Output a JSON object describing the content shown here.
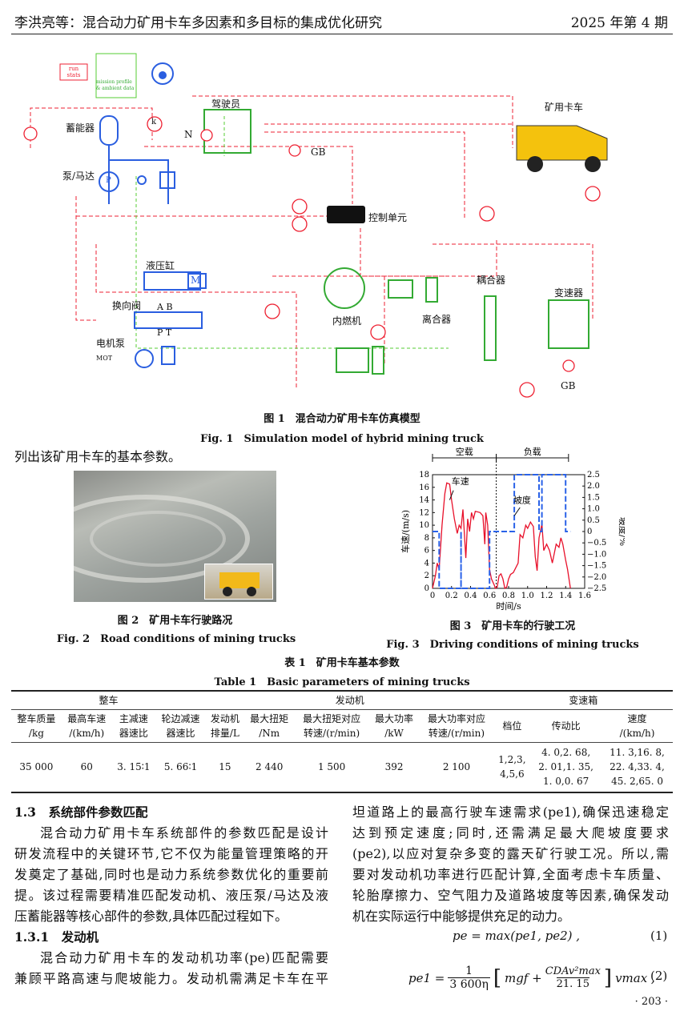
{
  "header": {
    "left": "李洪亮等：混合动力矿用卡车多因素和多目标的集成优化研究",
    "right": "2025 年第 4 期"
  },
  "fig1": {
    "labels": {
      "driver": "驾驶员",
      "truck": "矿用卡车",
      "accumulator": "蓄能器",
      "pump_motor": "泵/马达",
      "control_unit": "控制单元",
      "cylinder": "液压缸",
      "valve": "换向阀",
      "motor_pump": "电机泵",
      "engine": "内燃机",
      "clutch": "离合器",
      "coupler": "耦合器",
      "gearbox": "变速器",
      "gb1": "GB",
      "gb2": "GB",
      "n": "N",
      "run_stats": "run stats",
      "mission": "mission profile & ambient data",
      "m": "M",
      "mot": "MOT",
      "ab": "A  B",
      "pt": "P  T",
      "k": "k",
      "p": "P"
    },
    "caption_cn": "图 1　混合动力矿用卡车仿真模型",
    "caption_en": "Fig. 1　Simulation model of hybrid mining truck"
  },
  "intro_line": "列出该矿用卡车的基本参数。",
  "fig2": {
    "caption_cn": "图 2　矿用卡车行驶路况",
    "caption_en": "Fig. 2　Road conditions of mining trucks"
  },
  "fig3": {
    "caption_cn": "图 3　矿用卡车的行驶工况",
    "caption_en": "Fig. 3　Driving conditions of mining trucks"
  },
  "chart_data": {
    "type": "line",
    "xlabel": "时间/s",
    "ylabel": "车速/(m/s)",
    "y2label": "坡度/%",
    "xlim": [
      0,
      1.6
    ],
    "ylim": [
      0,
      18
    ],
    "y2lim": [
      -2.5,
      2.5
    ],
    "xticks": [
      "0",
      "0.2",
      "0.4",
      "0.6",
      "0.8",
      "1.0",
      "1.2",
      "1.4",
      "1.6"
    ],
    "yticks": [
      "0",
      "2",
      "4",
      "6",
      "8",
      "10",
      "12",
      "14",
      "16",
      "18"
    ],
    "y2ticks": [
      "2.5",
      "2.0",
      "1.5",
      "1.0",
      "0.5",
      "0",
      "−0.5",
      "−1.0",
      "−1.5",
      "−2.0",
      "−2.5"
    ],
    "phases": [
      {
        "label": "空载",
        "range": [
          0,
          0.67
        ]
      },
      {
        "label": "负载",
        "range": [
          0.67,
          1.43
        ]
      }
    ],
    "series": [
      {
        "name": "车速",
        "axis": "left",
        "color": "#e8102a",
        "x": [
          0,
          0.03,
          0.05,
          0.07,
          0.1,
          0.13,
          0.15,
          0.18,
          0.2,
          0.23,
          0.26,
          0.28,
          0.3,
          0.32,
          0.35,
          0.37,
          0.39,
          0.41,
          0.43,
          0.45,
          0.5,
          0.53,
          0.55,
          0.56,
          0.58,
          0.6,
          0.62,
          0.65,
          0.66,
          0.68,
          0.7,
          0.72,
          0.74,
          0.76,
          0.78,
          0.8,
          0.82,
          0.85,
          0.9,
          0.92,
          0.95,
          0.98,
          1.0,
          1.03,
          1.06,
          1.08,
          1.1,
          1.12,
          1.15,
          1.17,
          1.2,
          1.23,
          1.26,
          1.3,
          1.33,
          1.35,
          1.37,
          1.4,
          1.42,
          1.45
        ],
        "y": [
          0,
          2,
          4,
          3,
          10,
          15,
          16.7,
          16.5,
          14,
          11,
          8.7,
          10,
          9.5,
          12.5,
          4.8,
          11,
          9,
          12,
          11,
          12.2,
          12,
          11.5,
          7,
          12,
          10,
          3,
          1.5,
          0.5,
          0,
          0.2,
          2,
          2.3,
          1.5,
          0,
          0.2,
          1.5,
          2.2,
          2.5,
          4,
          8.5,
          8,
          10,
          9.5,
          10.5,
          9.8,
          5,
          2.8,
          8,
          10.2,
          6,
          7,
          6,
          4,
          7,
          6.5,
          8,
          7,
          4.5,
          3,
          0
        ]
      },
      {
        "name": "坡度",
        "axis": "right",
        "color": "#2a62e8",
        "x": [
          0,
          0.07,
          0.07,
          0.3,
          0.3,
          0.3,
          0.6,
          0.6,
          0.86,
          0.86,
          1.12,
          1.12,
          1.15,
          1.15,
          1.4,
          1.4,
          1.45
        ],
        "y": [
          0,
          0,
          -2.5,
          -2.5,
          0,
          -2.5,
          -2.5,
          0,
          0,
          2.5,
          2.5,
          0,
          0,
          2.5,
          2.5,
          0,
          0
        ]
      }
    ]
  },
  "table": {
    "title_cn": "表 1　矿用卡车基本参数",
    "title_en": "Table 1　Basic parameters of mining trucks",
    "groups": [
      "整车",
      "发动机",
      "变速箱"
    ],
    "headers": [
      [
        "整车质量",
        "/kg"
      ],
      [
        "最高车速",
        "/(km/h)"
      ],
      [
        "主减速",
        "器速比"
      ],
      [
        "轮边减速",
        "器速比"
      ],
      [
        "发动机",
        "排量/L"
      ],
      [
        "最大扭矩",
        "/Nm"
      ],
      [
        "最大扭矩对应",
        "转速/(r/min)"
      ],
      [
        "最大功率",
        "/kW"
      ],
      [
        "最大功率对应",
        "转速/(r/min)"
      ],
      [
        "档位",
        ""
      ],
      [
        "传动比",
        ""
      ],
      [
        "速度",
        "/(km/h)"
      ]
    ],
    "row": [
      "35 000",
      "60",
      "3. 15∶1",
      "5. 66∶1",
      "15",
      "2 440",
      "1 500",
      "392",
      "2 100",
      [
        "1,2,3,",
        "4,5,6"
      ],
      [
        "4. 0,2. 68,",
        "2. 01,1. 35,",
        "1. 0,0. 67"
      ],
      [
        "11. 3,16. 8,",
        "22. 4,33. 4,",
        "45. 2,65. 0"
      ]
    ]
  },
  "body": {
    "left": [
      {
        "t": "1.3　系统部件参数匹配",
        "h": true
      },
      {
        "t": "混合动力矿用卡车系统部件的参数匹配是设计",
        "i": true
      },
      {
        "t": "研发流程中的关键环节,它不仅为能量管理策略的开"
      },
      {
        "t": "发奠定了基础,同时也是动力系统参数优化的重要前"
      },
      {
        "t": "提。该过程需要精准匹配发动机、液压泵/马达及液"
      },
      {
        "t": "压蓄能器等核心部件的参数,具体匹配过程如下。",
        "l": true
      },
      {
        "t": "1.3.1　发动机",
        "h": true
      },
      {
        "t": "混合动力矿用卡车的发动机功率(pe)匹配需要",
        "i": true
      },
      {
        "t": "兼顾平路高速与爬坡能力。发动机需满足卡车在平"
      }
    ],
    "right": [
      {
        "t": "坦道路上的最高行驶车速需求(pe1),确保迅速稳定"
      },
      {
        "t": "达到预定速度;同时,还需满足最大爬坡度要求"
      },
      {
        "t": "(pe2),以应对复杂多变的露天矿行驶工况。所以,需"
      },
      {
        "t": "要对发动机功率进行匹配计算,全面考虑卡车质量、"
      },
      {
        "t": "轮胎摩擦力、空气阻力及道路坡度等因素,确保发动"
      },
      {
        "t": "机在实际运行中能够提供充足的动力。",
        "l": true
      }
    ],
    "eq1": "pe = max(pe1, pe2) ,",
    "eq1_no": "(1)",
    "eq2_lhs": "pe1 =",
    "eq2_num": "1",
    "eq2_den": "3 600η",
    "eq2_mid": "mgf +",
    "eq2_frac_num": "CDAv²max",
    "eq2_frac_den": "21. 15",
    "eq2_tail": "vmax ,",
    "eq2_no": "(2)"
  },
  "page_number": "· 203 ·"
}
